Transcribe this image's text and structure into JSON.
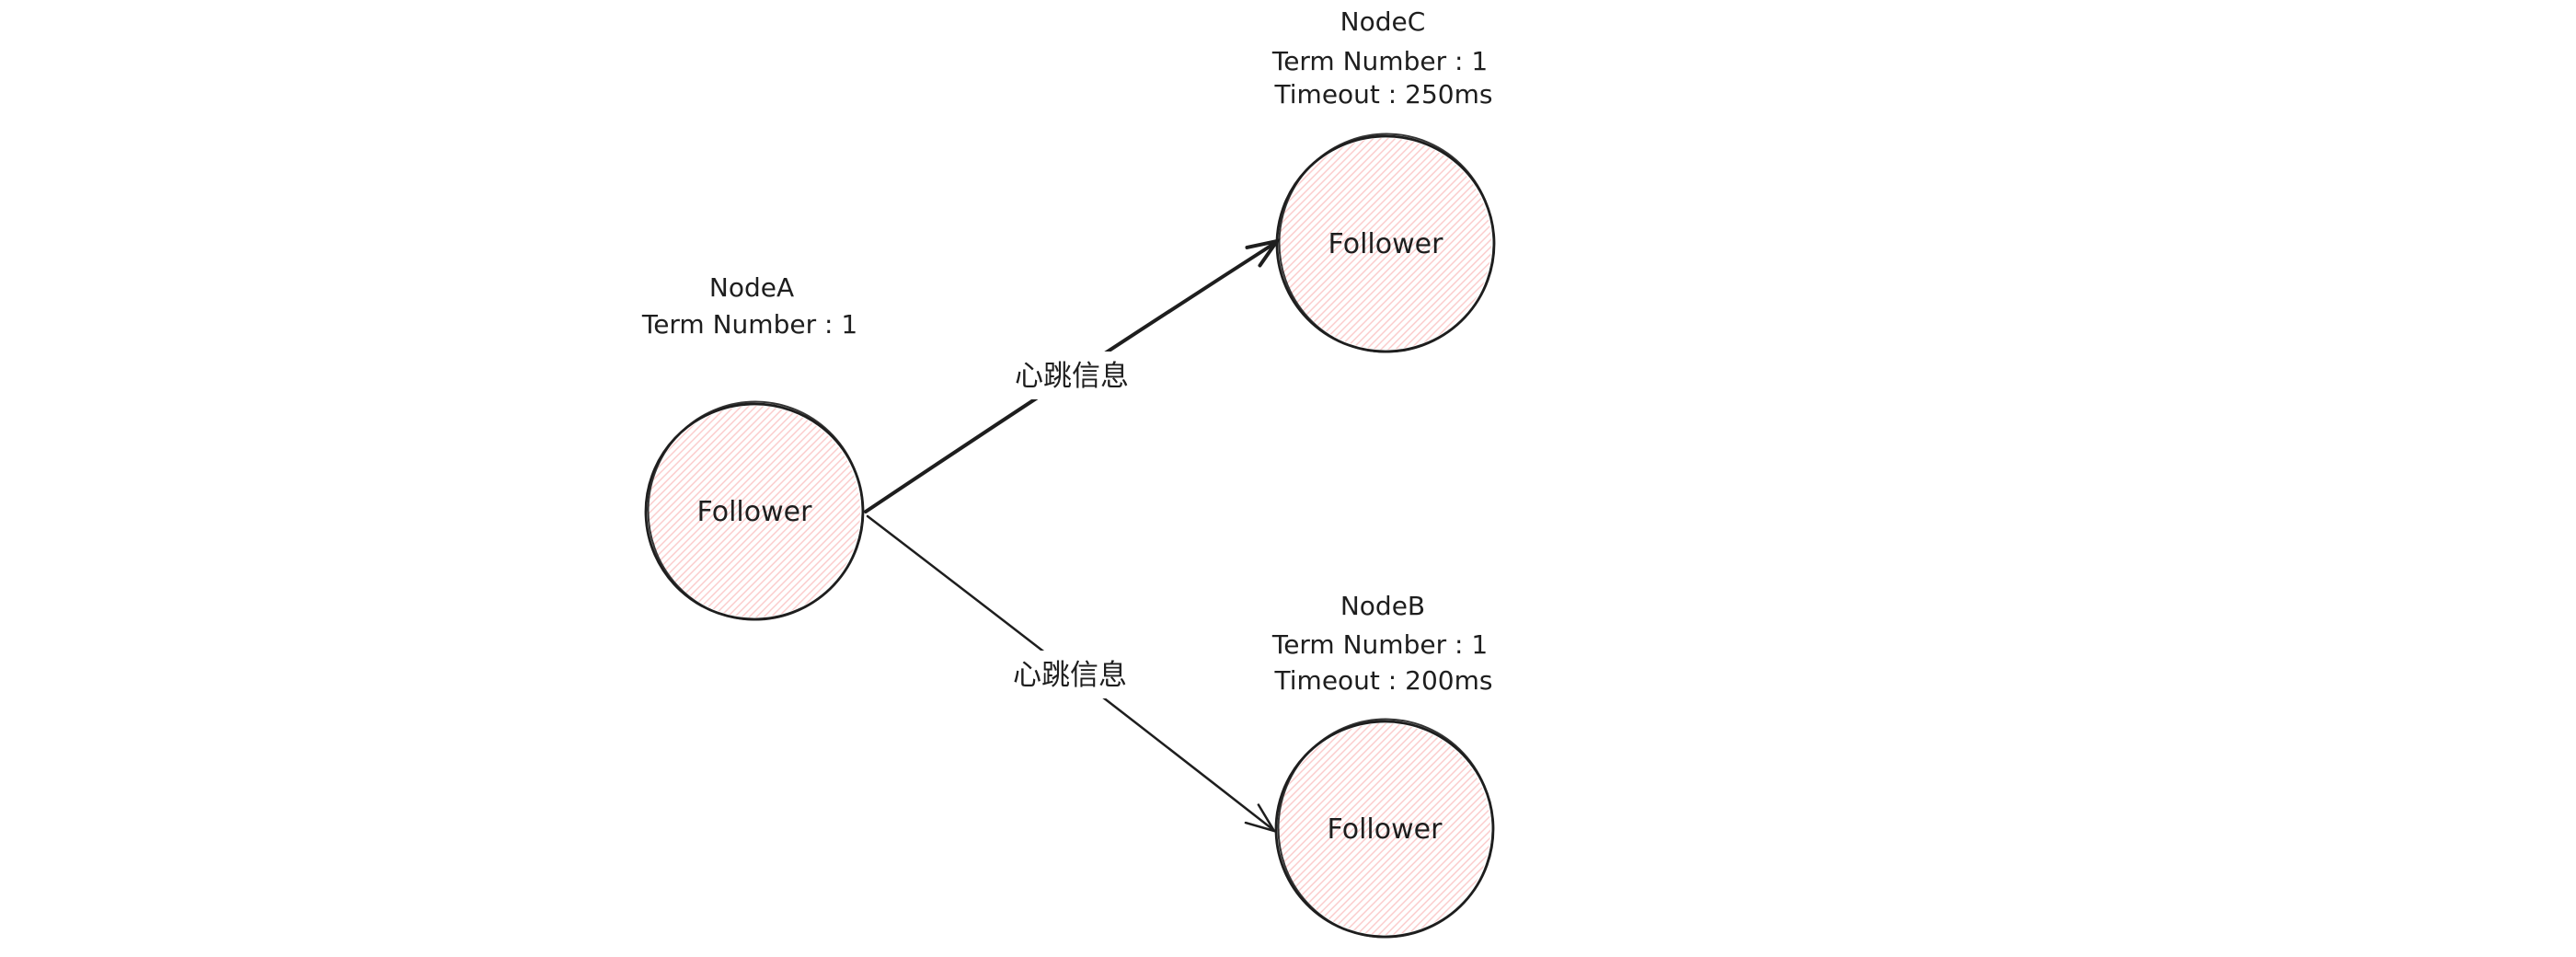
{
  "colors": {
    "background": "#ffffff",
    "stroke": "#1e1e1e",
    "node_fill_hachure": "#fbc9c9"
  },
  "nodes": {
    "a": {
      "title": "NodeA",
      "term": "Term Number : 1",
      "state": "Follower"
    },
    "c": {
      "title": "NodeC",
      "term": "Term Number : 1",
      "timeout": "Timeout : 250ms",
      "state": "Follower"
    },
    "b": {
      "title": "NodeB",
      "term": "Term Number : 1",
      "timeout": "Timeout : 200ms",
      "state": "Follower"
    }
  },
  "edges": {
    "a_to_c": {
      "label": "心跳信息",
      "style": "bold"
    },
    "a_to_b": {
      "label": "心跳信息",
      "style": "thin"
    }
  }
}
